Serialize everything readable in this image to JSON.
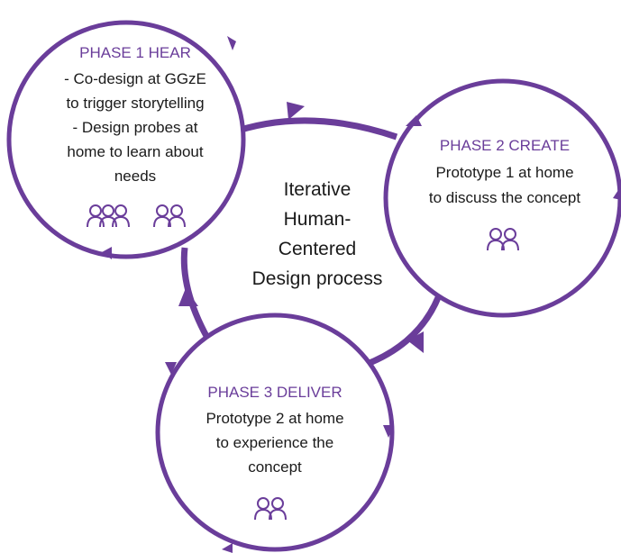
{
  "center_text": [
    "Iterative",
    "Human-",
    "Centered",
    "Design process"
  ],
  "phases": [
    {
      "title": "PHASE 1 HEAR",
      "lines": [
        "- Co-design at GGzE",
        "to trigger storytelling",
        "- Design probes at",
        "home to learn about",
        "needs"
      ]
    },
    {
      "title": "PHASE 2 CREATE",
      "lines": [
        "Prototype 1 at home",
        "to discuss the concept"
      ]
    },
    {
      "title": "PHASE 3 DELIVER",
      "lines": [
        "Prototype 2 at home",
        "to experience the",
        "concept"
      ]
    }
  ],
  "colors": {
    "accent": "#6a3d9a",
    "text": "#1a1a1a"
  },
  "icons": [
    "people-group-icon"
  ]
}
